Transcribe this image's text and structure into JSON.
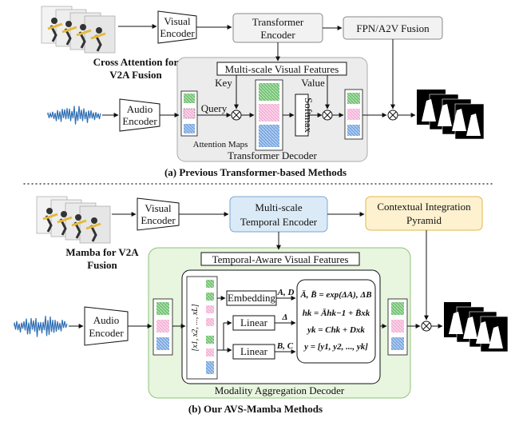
{
  "top": {
    "visual_encoder": [
      "Visual",
      "Encoder"
    ],
    "transformer_encoder": [
      "Transformer",
      "Encoder"
    ],
    "fpn_fusion": "FPN/A2V Fusion",
    "cross_attention_caption": [
      "Cross Attention for",
      "V2A Fusion"
    ],
    "multiscale_features": "Multi-scale Visual Features",
    "key": "Key",
    "value": "Value",
    "query": "Query",
    "softmax": "Softmax",
    "audio_encoder": [
      "Audio",
      "Encoder"
    ],
    "attention_maps": "Attention Maps",
    "transformer_decoder": "Transformer Decoder",
    "caption": "(a) Previous Transformer-based Methods"
  },
  "bottom": {
    "visual_encoder": [
      "Visual",
      "Encoder"
    ],
    "temporal_encoder": [
      "Multi-scale",
      "Temporal Encoder"
    ],
    "contextual_pyramid": [
      "Contextual Integration",
      "Pyramid"
    ],
    "mamba_caption": [
      "Mamba for V2A",
      "Fusion"
    ],
    "temporal_features": "Temporal-Aware Visual Features",
    "audio_encoder": [
      "Audio",
      "Encoder"
    ],
    "embedding": "Embedding",
    "linear_1": "Linear",
    "linear_2": "Linear",
    "ad_label": "A, D",
    "delta_label": "Δ",
    "bc_label": "B, C",
    "seq_label": "[x1, x2, ..., xL]",
    "eq_1": "Ā, B̄ = exp(ΔA), ΔB",
    "eq_2": "hk = Āhk−1 + B̄xk",
    "eq_3": "yk = Chk + Dxk",
    "eq_4": "y = [y1, y2, ..., yk]",
    "decoder_label": "Modality Aggregation Decoder",
    "caption": "(b) Our AVS-Mamba Methods"
  },
  "colors": {
    "green": "#5fb85f",
    "pink": "#f2a3cf",
    "blue": "#6f9fdc",
    "audio_wave": "#2f6fb5",
    "encoder_blue": "#dbeaf7",
    "pyramid_yellow": "#fdf1cf",
    "decoder_green": "#e8f5df"
  }
}
